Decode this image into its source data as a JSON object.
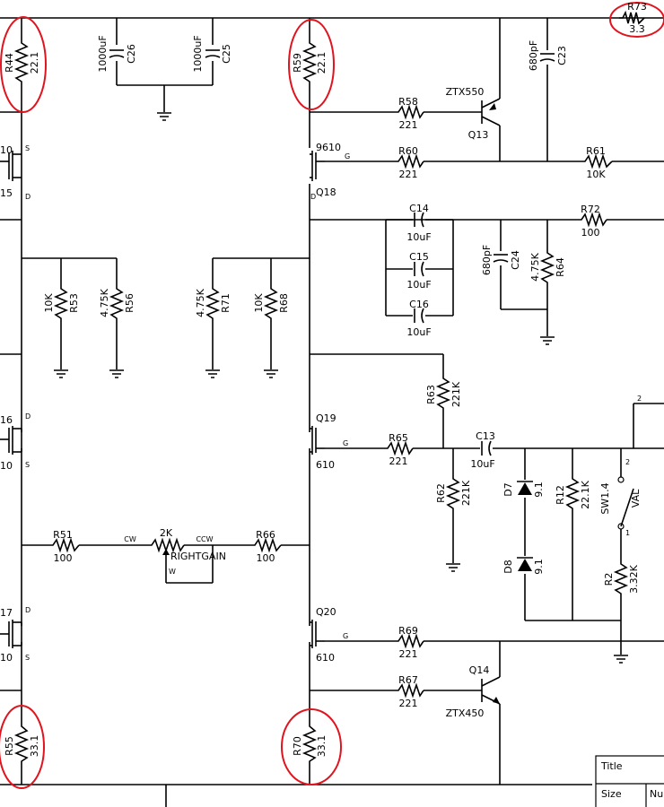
{
  "resistors": {
    "R44": {
      "ref": "R44",
      "value": "22.1"
    },
    "R59": {
      "ref": "R59",
      "value": "22.1"
    },
    "R73": {
      "ref": "R73",
      "value": "3.3"
    },
    "R58": {
      "ref": "R58",
      "value": "221"
    },
    "R60": {
      "ref": "R60",
      "value": "221"
    },
    "R61": {
      "ref": "R61",
      "value": "10K"
    },
    "R72": {
      "ref": "R72",
      "value": "100"
    },
    "R53": {
      "ref": "R53",
      "value": "10K"
    },
    "R56": {
      "ref": "R56",
      "value": "4.75K"
    },
    "R71": {
      "ref": "R71",
      "value": "4.75K"
    },
    "R68": {
      "ref": "R68",
      "value": "10K"
    },
    "R64": {
      "ref": "R64",
      "value": "4.75K"
    },
    "R63": {
      "ref": "R63",
      "value": "221K"
    },
    "R65": {
      "ref": "R65",
      "value": "221"
    },
    "R62": {
      "ref": "R62",
      "value": "221K"
    },
    "R12": {
      "ref": "R12",
      "value": "22.1K"
    },
    "R2": {
      "ref": "R2",
      "value": "3.32K"
    },
    "R51": {
      "ref": "R51",
      "value": "100"
    },
    "R66": {
      "ref": "R66",
      "value": "100"
    },
    "R69": {
      "ref": "R69",
      "value": "221"
    },
    "R67": {
      "ref": "R67",
      "value": "221"
    },
    "R55": {
      "ref": "R55",
      "value": "33.1"
    },
    "R70": {
      "ref": "R70",
      "value": "33.1"
    }
  },
  "capacitors": {
    "C26": {
      "ref": "C26",
      "value": "1000uF"
    },
    "C25": {
      "ref": "C25",
      "value": "1000uF"
    },
    "C23": {
      "ref": "C23",
      "value": "680pF"
    },
    "C14": {
      "ref": "C14",
      "value": "10uF"
    },
    "C15": {
      "ref": "C15",
      "value": "10uF"
    },
    "C16": {
      "ref": "C16",
      "value": "10uF"
    },
    "C24": {
      "ref": "C24",
      "value": "680pF"
    },
    "C13": {
      "ref": "C13",
      "value": "10uF"
    }
  },
  "transistors": {
    "Q13": {
      "ref": "Q13",
      "part": "ZTX550"
    },
    "Q14": {
      "ref": "Q14",
      "part": "ZTX450"
    },
    "Q18": {
      "ref": "Q18",
      "part": "9610"
    },
    "Q19": {
      "ref": "Q19",
      "part": "610"
    },
    "Q20": {
      "ref": "Q20",
      "part": "610"
    }
  },
  "diodes": {
    "D7": {
      "ref": "D7",
      "value": "9.1"
    },
    "D8": {
      "ref": "D8",
      "value": "9.1"
    }
  },
  "pot": {
    "value": "2K",
    "name": "RIGHTGAIN",
    "cw": "CW",
    "ccw": "CCW",
    "wiper": "W"
  },
  "switch": {
    "ref": "SW1.4",
    "name": "VAL",
    "pin_a": "2",
    "pin_b": "1"
  },
  "pin_labels": {
    "s": "S",
    "d": "D",
    "g": "G",
    "s_lower": "S"
  },
  "left_edge_labels": [
    "10",
    "15",
    "16",
    "10",
    "17",
    "10"
  ],
  "title_block": {
    "title": "Title",
    "size": "Size",
    "number": "Num"
  },
  "highlight_color": "#e0141e"
}
